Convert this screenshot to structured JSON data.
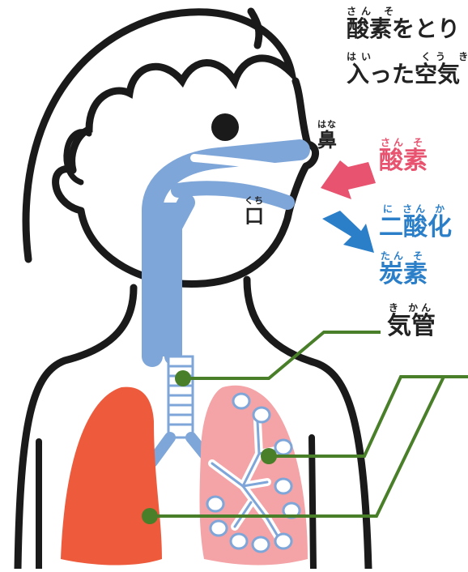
{
  "title": {
    "line1": {
      "ruby": "さん そ",
      "text": "酸素をとり"
    },
    "line2": {
      "ruby1": "はい",
      "ruby2": "くう き",
      "text": "入った空気"
    }
  },
  "labels": {
    "nose": {
      "ruby": "はな",
      "text": "鼻"
    },
    "mouth": {
      "ruby": "くち",
      "text": "口"
    },
    "oxygen": {
      "ruby": "さん そ",
      "text": "酸素"
    },
    "co2_line1": {
      "ruby": "に さん か",
      "text": "二酸化"
    },
    "co2_line2": {
      "ruby": "たん そ",
      "text": "炭素"
    },
    "trachea": {
      "ruby": "き かん",
      "text": "気管"
    }
  },
  "colors": {
    "outline": "#1a1a1a",
    "airway": "#7fa6d8",
    "oxygen": "#e8536f",
    "co2": "#2b7fc9",
    "lung_left": "#ee5a3c",
    "lung_right": "#f4a3a6",
    "leader": "#4a7f2a"
  }
}
